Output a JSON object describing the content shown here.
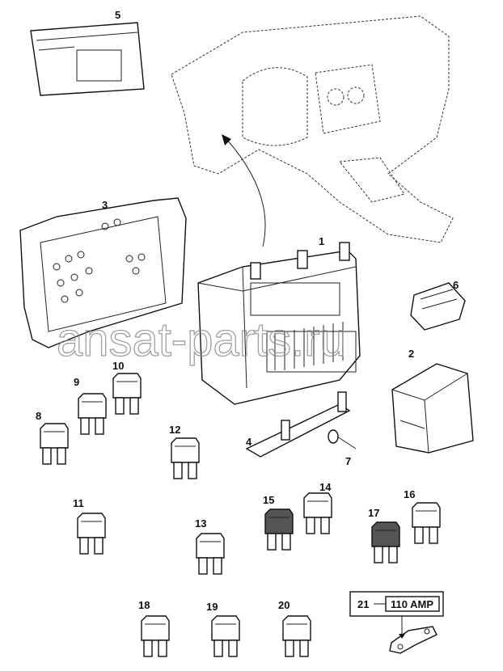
{
  "watermark": "ansat-parts.ru",
  "callouts": [
    "1",
    "2",
    "3",
    "4",
    "5",
    "6",
    "7",
    "8",
    "9",
    "10",
    "11",
    "12",
    "13",
    "14",
    "15",
    "16",
    "17",
    "18",
    "19",
    "20"
  ],
  "fuse_rating_box": {
    "callout": "21",
    "rating": "110 AMP"
  }
}
